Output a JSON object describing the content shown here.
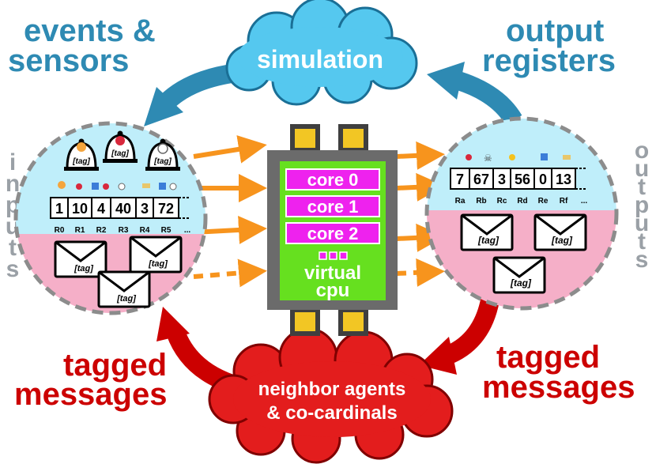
{
  "labels": {
    "events_line1": "events &",
    "events_line2": "sensors",
    "output_line1": "output",
    "output_line2": "registers",
    "tagged_left_line1": "tagged",
    "tagged_left_line2": "messages",
    "tagged_right_line1": "tagged",
    "tagged_right_line2": "messages",
    "inputs_vertical": "inputs",
    "outputs_vertical": "outputs"
  },
  "clouds": {
    "simulation": "simulation",
    "neighbor_line1": "neighbor agents",
    "neighbor_line2": "& co-cardinals"
  },
  "cpu": {
    "cores": [
      "core 0",
      "core 1",
      "core 2"
    ],
    "virtual_line1": "virtual",
    "virtual_line2": "cpu"
  },
  "input_circle": {
    "bell_tag": "[tag]",
    "registers": [
      "1",
      "10",
      "4",
      "40",
      "3",
      "72"
    ],
    "register_names": [
      "R0",
      "R1",
      "R2",
      "R3",
      "R4",
      "R5",
      "..."
    ],
    "message_tag": "[tag]"
  },
  "output_circle": {
    "registers": [
      "7",
      "67",
      "3",
      "56",
      "0",
      "13"
    ],
    "register_names": [
      "Ra",
      "Rb",
      "Rc",
      "Rd",
      "Re",
      "Rf",
      "..."
    ],
    "message_tag": "[tag]"
  },
  "colors": {
    "teal_text": "#2e8ab3",
    "red_text": "#cc0000",
    "circle_top": "#bfeefa",
    "circle_bottom": "#f5afc8",
    "cpu_green": "#66e01f",
    "cpu_core_magenta": "#ee22ee",
    "cloud_blue": "#55c8ef",
    "cloud_red": "#e31d1d",
    "arrow_orange": "#f7941d"
  }
}
